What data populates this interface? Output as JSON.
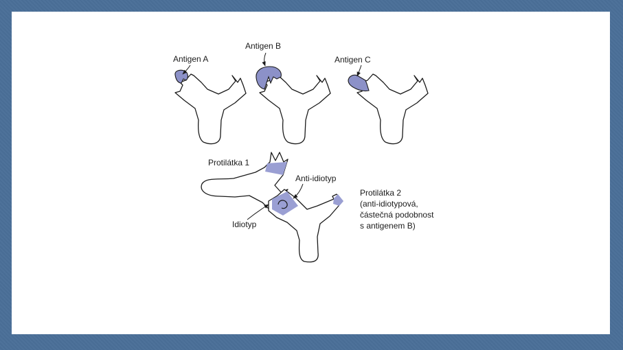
{
  "labels": {
    "antigen_a": "Antigen A",
    "antigen_b": "Antigen B",
    "antigen_c": "Antigen C",
    "protilatka_1": "Protilátka 1",
    "anti_idiotyp": "Anti-idiotyp",
    "idiotyp": "Idiotyp",
    "protilatka_2_lines": [
      "Protilátka 2",
      "(anti-idiotypová,",
      "částečná podobnost",
      "s antigenem B)"
    ]
  },
  "colors": {
    "background": "#4a6f98",
    "slide": "#ffffff",
    "antigen_fill": "#8c91c8",
    "outline": "#1a1a1a"
  }
}
